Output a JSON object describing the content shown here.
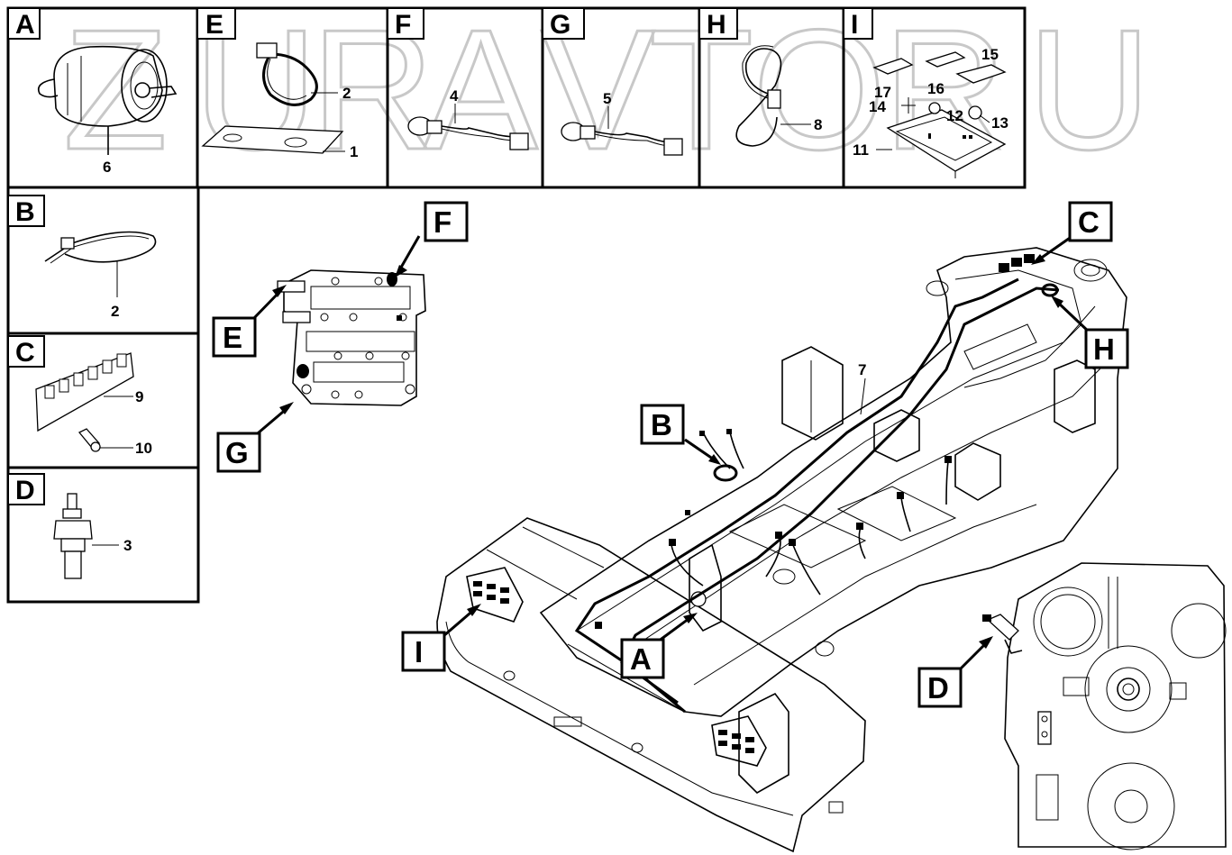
{
  "watermark": [
    "Z",
    "U",
    "R",
    "A",
    "V",
    "T",
    "O",
    "R",
    "U"
  ],
  "panels": {
    "A": {
      "letter": "A",
      "parts": [
        "6"
      ]
    },
    "E": {
      "letter": "E",
      "parts": [
        "2",
        "1"
      ]
    },
    "F": {
      "letter": "F",
      "parts": [
        "4"
      ]
    },
    "G": {
      "letter": "G",
      "parts": [
        "5"
      ]
    },
    "H": {
      "letter": "H",
      "parts": [
        "8"
      ]
    },
    "I": {
      "letter": "I",
      "parts": [
        "15",
        "17",
        "16",
        "14",
        "12",
        "13",
        "11"
      ]
    },
    "B": {
      "letter": "B",
      "parts": [
        "2"
      ]
    },
    "C": {
      "letter": "C",
      "parts": [
        "9",
        "10"
      ]
    },
    "D": {
      "letter": "D",
      "parts": [
        "3"
      ]
    }
  },
  "callouts": {
    "F": "F",
    "E": "E",
    "G": "G",
    "B": "B",
    "C": "C",
    "H": "H",
    "I": "I",
    "A": "A",
    "D": "D"
  },
  "harness_part": "7",
  "colors": {
    "ink": "#000000",
    "watermark": "#c8c8c8",
    "background": "#ffffff"
  }
}
